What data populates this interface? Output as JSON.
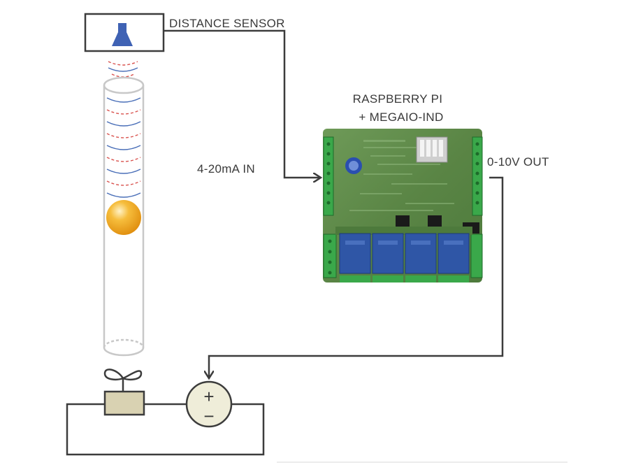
{
  "labels": {
    "distance_sensor": "DISTANCE SENSOR",
    "controller_line1": "RASPBERRY PI",
    "controller_line2": "+ MEGAIO-IND",
    "input_signal": "4-20mA IN",
    "output_signal": "0-10V OUT"
  },
  "power_supply": {
    "plus": "+",
    "minus": "−"
  },
  "colors": {
    "wire": "#3c3c3c",
    "sensor_cone": "#3f62b4",
    "ball": "#f2a21a",
    "wave_blue": "#4a6fb8",
    "wave_red": "#d9534f",
    "board_green": "#5f8a4a",
    "relay_blue": "#2f56a6",
    "terminal_green": "#3aa84a",
    "fan_box": "#d9d2b2"
  }
}
